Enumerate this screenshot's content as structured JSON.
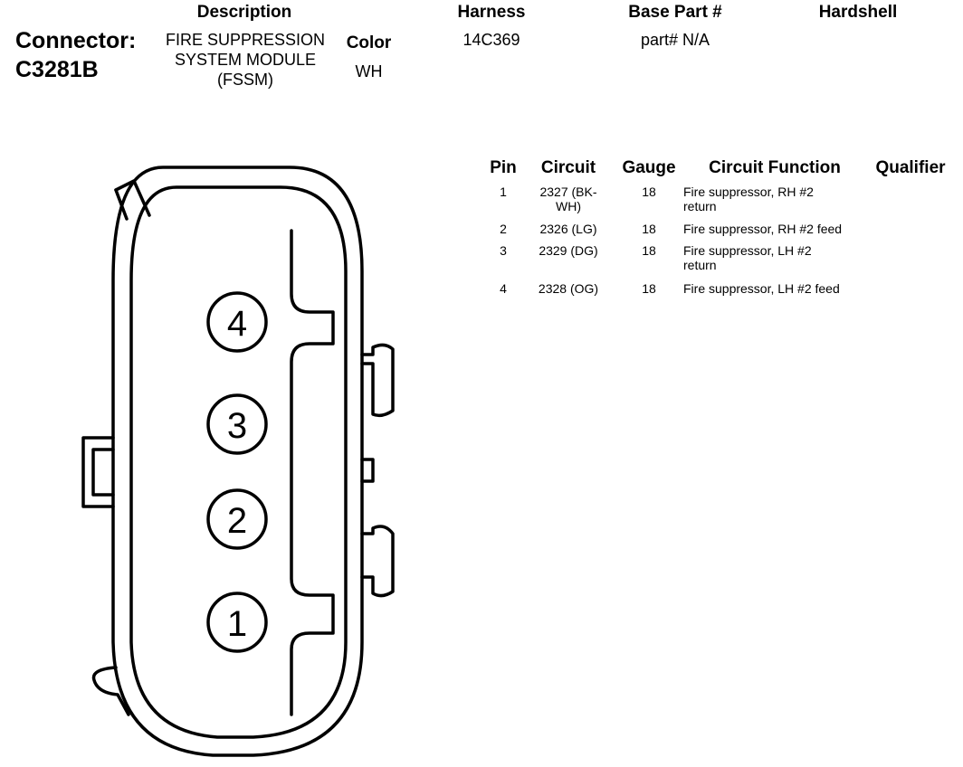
{
  "header": {
    "connector_label": "Connector:",
    "connector_id": "C3281B",
    "description_header": "Description",
    "description_value": "FIRE SUPPRESSION SYSTEM MODULE (FSSM)",
    "color_header": "Color",
    "color_value": "WH",
    "harness_header": "Harness",
    "harness_value": "14C369",
    "base_part_header": "Base Part #",
    "base_part_value": "part# N/A",
    "hardshell_header": "Hardshell"
  },
  "table": {
    "columns": [
      "Pin",
      "Circuit",
      "Gauge",
      "Circuit Function",
      "Qualifier"
    ],
    "rows": [
      {
        "pin": "1",
        "circuit": "2327 (BK-WH)",
        "gauge": "18",
        "function": "Fire suppressor, RH #2 return",
        "qualifier": ""
      },
      {
        "pin": "2",
        "circuit": "2326 (LG)",
        "gauge": "18",
        "function": "Fire suppressor, RH #2 feed",
        "qualifier": ""
      },
      {
        "pin": "3",
        "circuit": "2329 (DG)",
        "gauge": "18",
        "function": "Fire suppressor, LH #2 return",
        "qualifier": ""
      },
      {
        "pin": "4",
        "circuit": "2328 (OG)",
        "gauge": "18",
        "function": "Fire suppressor, LH #2 feed",
        "qualifier": ""
      }
    ]
  },
  "diagram": {
    "pin_labels": [
      "4",
      "3",
      "2",
      "1"
    ]
  }
}
